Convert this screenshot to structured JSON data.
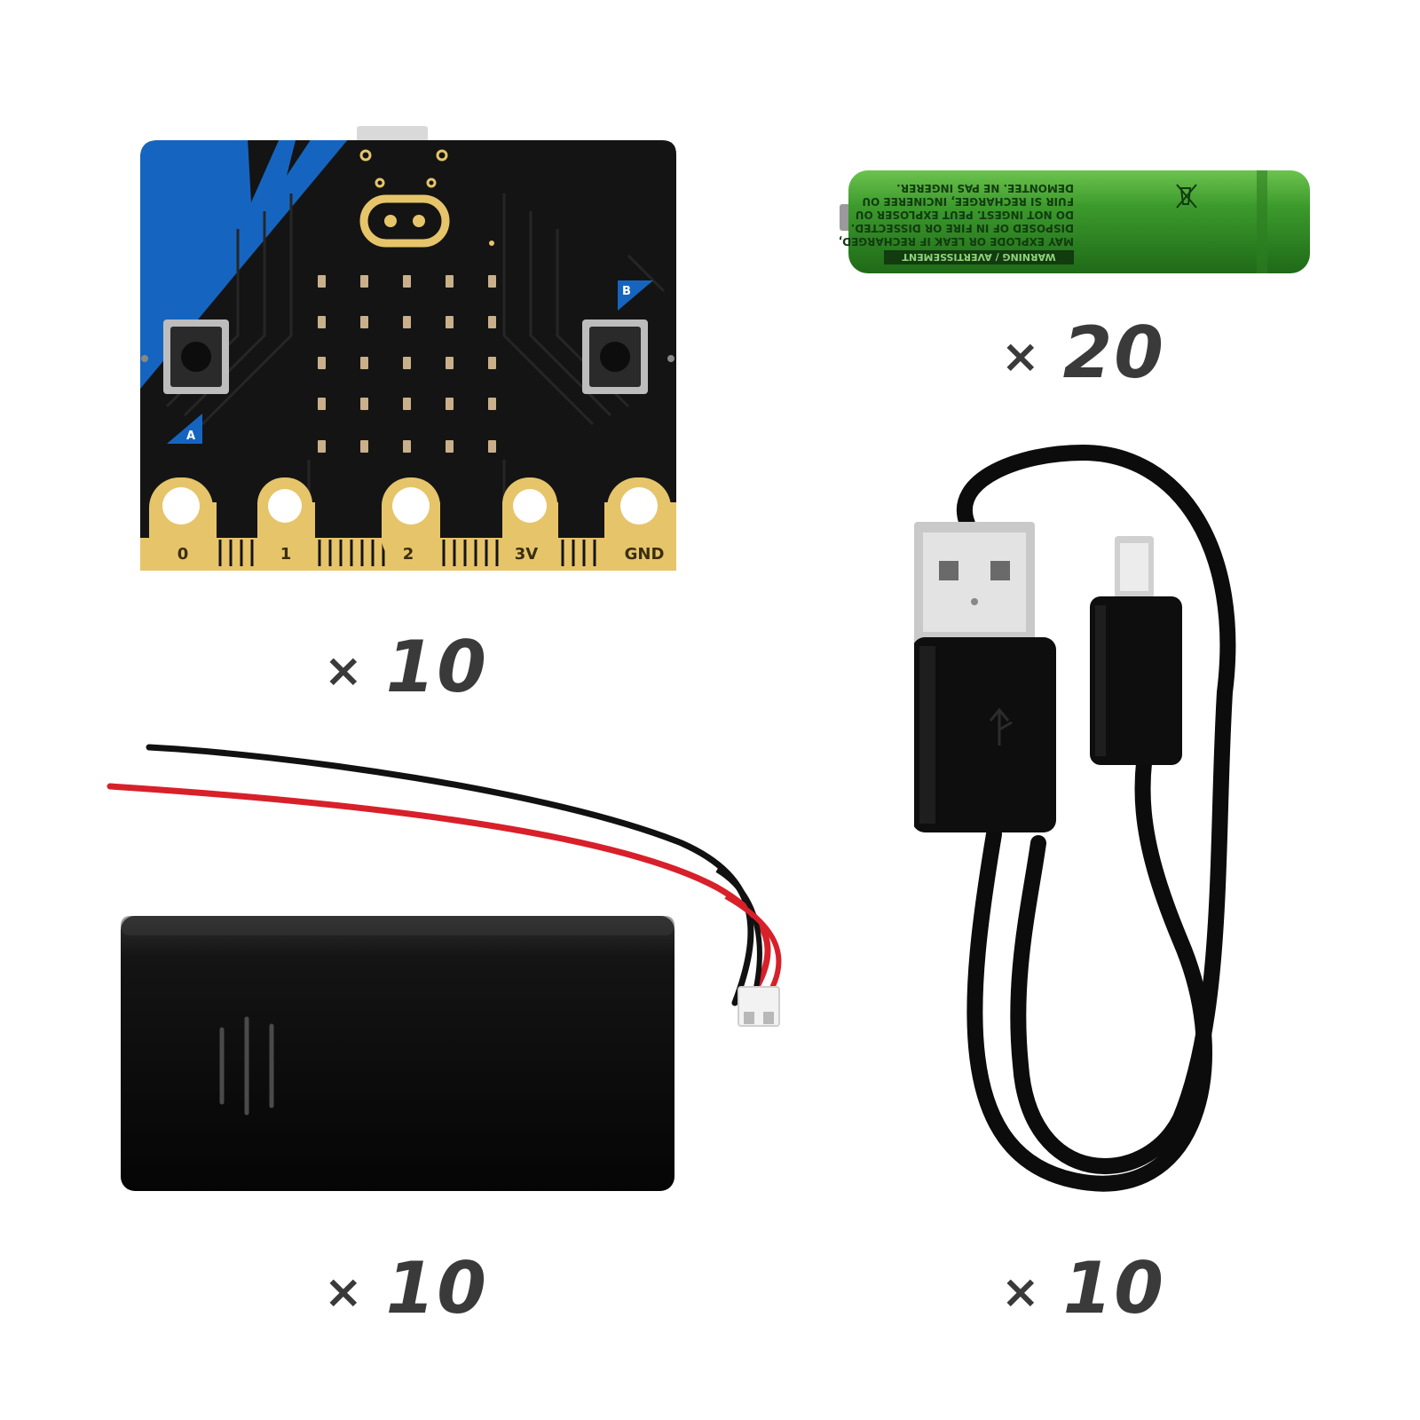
{
  "microbit": {
    "button_a_label": "A",
    "button_b_label": "B",
    "pins": [
      "0",
      "1",
      "2",
      "3V",
      "GND"
    ],
    "quantity": {
      "times": "×",
      "number": "10"
    }
  },
  "battery": {
    "warning_header": "WARNING / AVERTISSEMENT",
    "warning_lines": [
      "MAY EXPLODE OR LEAK IF RECHARGED,",
      "DISPOSED OF IN FIRE OR DISSECTED.",
      "DO NOT INGEST. PEUT EXPLOSER OU",
      "FUIR SI RECHARGEE, INCINEREE OU",
      "DEMONTEE. NE PAS INGERER."
    ],
    "quantity": {
      "times": "×",
      "number": "20"
    }
  },
  "battery_holder": {
    "quantity": {
      "times": "×",
      "number": "10"
    }
  },
  "usb_cable": {
    "quantity": {
      "times": "×",
      "number": "10"
    }
  },
  "colors": {
    "pcb": "#141414",
    "pcb_blue": "#1565c0",
    "gold": "#e6c46a",
    "battery_green": "#3c9a2c",
    "wire_red": "#d8202a",
    "cable_black": "#0c0c0c",
    "quantity_text": "#3a3a3a"
  }
}
